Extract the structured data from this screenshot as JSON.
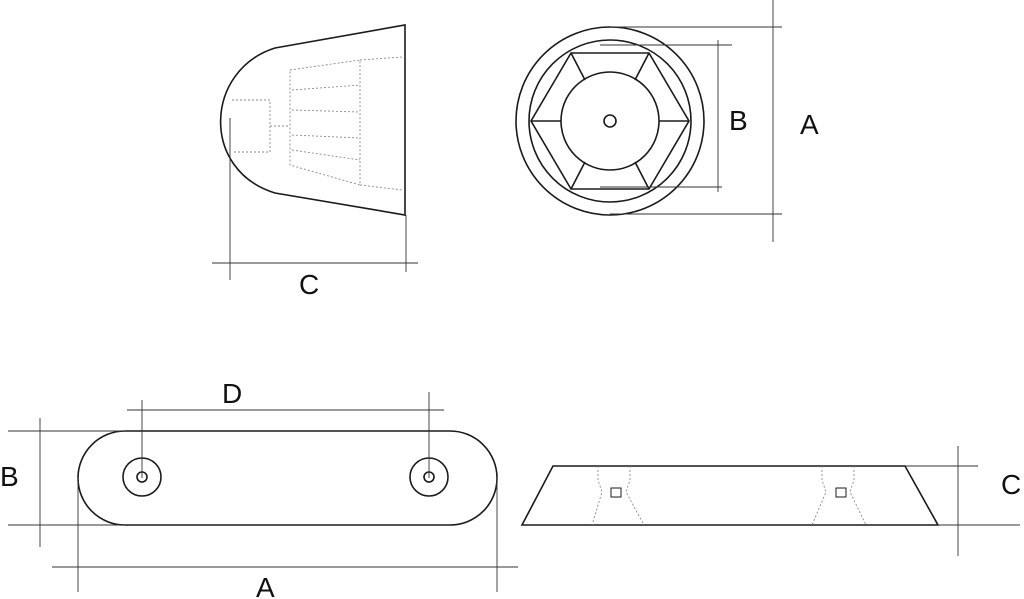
{
  "labels": {
    "side_c": "C",
    "front_b": "B",
    "front_a": "A",
    "bar_d": "D",
    "bar_b": "B",
    "bar_a": "A",
    "profile_c": "C"
  },
  "colors": {
    "line": "#1a1a1a",
    "hidden": "#8a8a8a",
    "background": "#ffffff"
  }
}
